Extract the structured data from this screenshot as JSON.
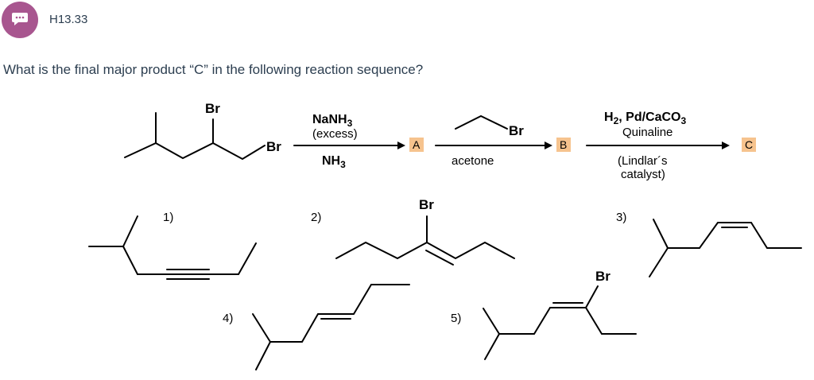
{
  "header": {
    "question_id": "H13.33",
    "avatar_icon": "chat-bubble-icon",
    "avatar_color": "#a8568f"
  },
  "question": {
    "text": "What is the final major product “C” in the following reaction sequence?"
  },
  "scheme": {
    "start_label_br_top": "Br",
    "start_label_br_right": "Br",
    "step1": {
      "reagent_top1": "NaNH3",
      "reagent_top2": "(excess)",
      "reagent_bottom": "NH3",
      "product": "A"
    },
    "step2": {
      "reagent_top_br": "Br",
      "reagent_bottom": "acetone",
      "product": "B"
    },
    "step3": {
      "reagent_top1": "H2, Pd/CaCO3",
      "reagent_top2": "Quinaline",
      "reagent_bottom1": "(Lindlar´s",
      "reagent_bottom2": "catalyst)",
      "product": "C"
    }
  },
  "choices": [
    {
      "label": "1)"
    },
    {
      "label": "2)",
      "br": "Br"
    },
    {
      "label": "3)"
    },
    {
      "label": "4)"
    },
    {
      "label": "5)",
      "br": "Br"
    }
  ],
  "colors": {
    "box": "#f6c38e",
    "text": "#2c3e50"
  }
}
